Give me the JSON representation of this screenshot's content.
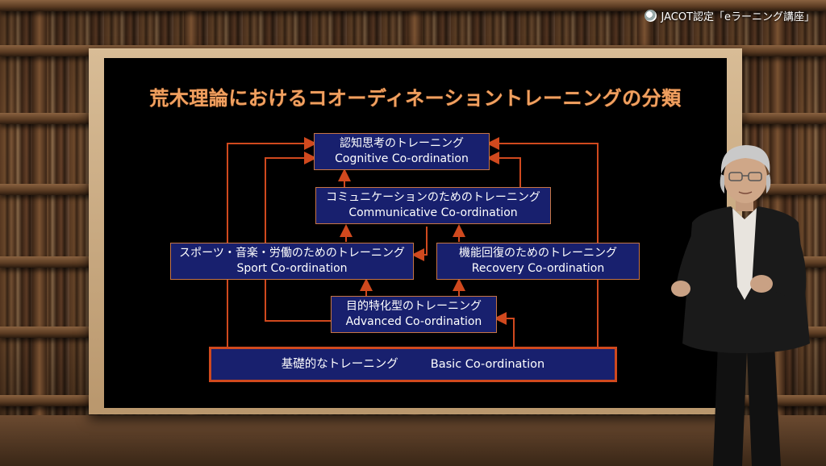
{
  "logo": {
    "text": "JACOT認定「eラーニング講座」",
    "icon": "jacot-logo-icon"
  },
  "slide": {
    "title": "荒木理論におけるコオーディネーショントレーニングの分類",
    "boxes": {
      "cognitive": {
        "jp": "認知思考のトレーニング",
        "en": "Cognitive Co-ordination"
      },
      "communicative": {
        "jp": "コミュニケーションのためのトレーニング",
        "en": "Communicative Co-ordination"
      },
      "sport": {
        "jp": "スポーツ・音楽・労働のためのトレーニング",
        "en": "Sport Co-ordination"
      },
      "recovery": {
        "jp": "機能回復のためのトレーニング",
        "en": "Recovery Co-ordination"
      },
      "advanced": {
        "jp": "目的特化型のトレーニング",
        "en": "Advanced Co-ordination"
      },
      "basic": {
        "jp": "基礎的なトレーニング",
        "en": "Basic Co-ordination"
      }
    }
  },
  "colors": {
    "box_fill": "#18206e",
    "box_border": "#c77545",
    "arrow": "#d0491e",
    "title": "#f0a060"
  }
}
